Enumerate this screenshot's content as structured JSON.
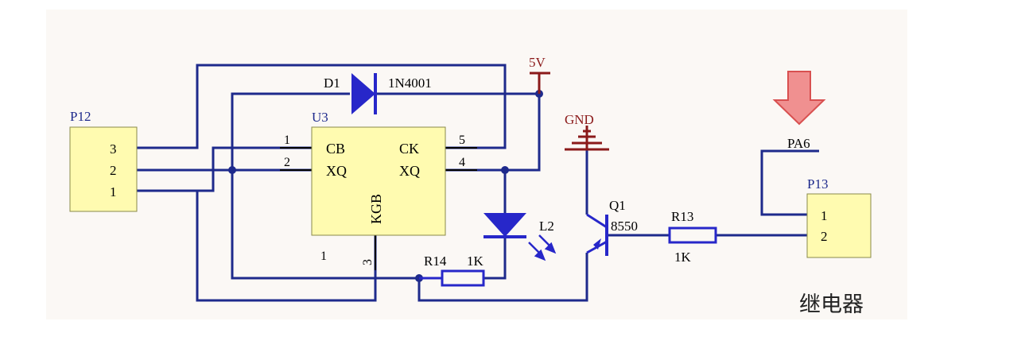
{
  "colors": {
    "wire": "#1e2a8c",
    "power": "#8b1a1a",
    "component": "#2727c9",
    "pin": "#000000",
    "body_fill": "#fffbb0",
    "body_stroke": "#8a8a4a",
    "arrow_fill": "#f09090",
    "arrow_stroke": "#d85050"
  },
  "connectors": {
    "p12": {
      "designator": "P12",
      "pins": [
        "3",
        "2",
        "1"
      ]
    },
    "p13": {
      "designator": "P13",
      "pins": [
        "1",
        "2"
      ]
    }
  },
  "u3": {
    "designator": "U3",
    "left_pins": [
      {
        "num": "1",
        "name": "CB"
      },
      {
        "num": "2",
        "name": "XQ"
      }
    ],
    "right_pins": [
      {
        "num": "5",
        "name": "CK"
      },
      {
        "num": "4",
        "name": "XQ"
      }
    ],
    "bottom_pin": {
      "num": "3",
      "name": "KGB"
    },
    "extra_label": "1"
  },
  "d1": {
    "designator": "D1",
    "value": "1N4001"
  },
  "l2": {
    "designator": "L2"
  },
  "r14": {
    "designator": "R14",
    "value": "1K"
  },
  "r13": {
    "designator": "R13",
    "value": "1K"
  },
  "q1": {
    "designator": "Q1",
    "value": "8550"
  },
  "power": {
    "vcc_label": "5V",
    "gnd_label": "GND"
  },
  "net": {
    "pa6_label": "PA6",
    "arrow_icon": "down-arrow-icon"
  },
  "caption": "继电器"
}
